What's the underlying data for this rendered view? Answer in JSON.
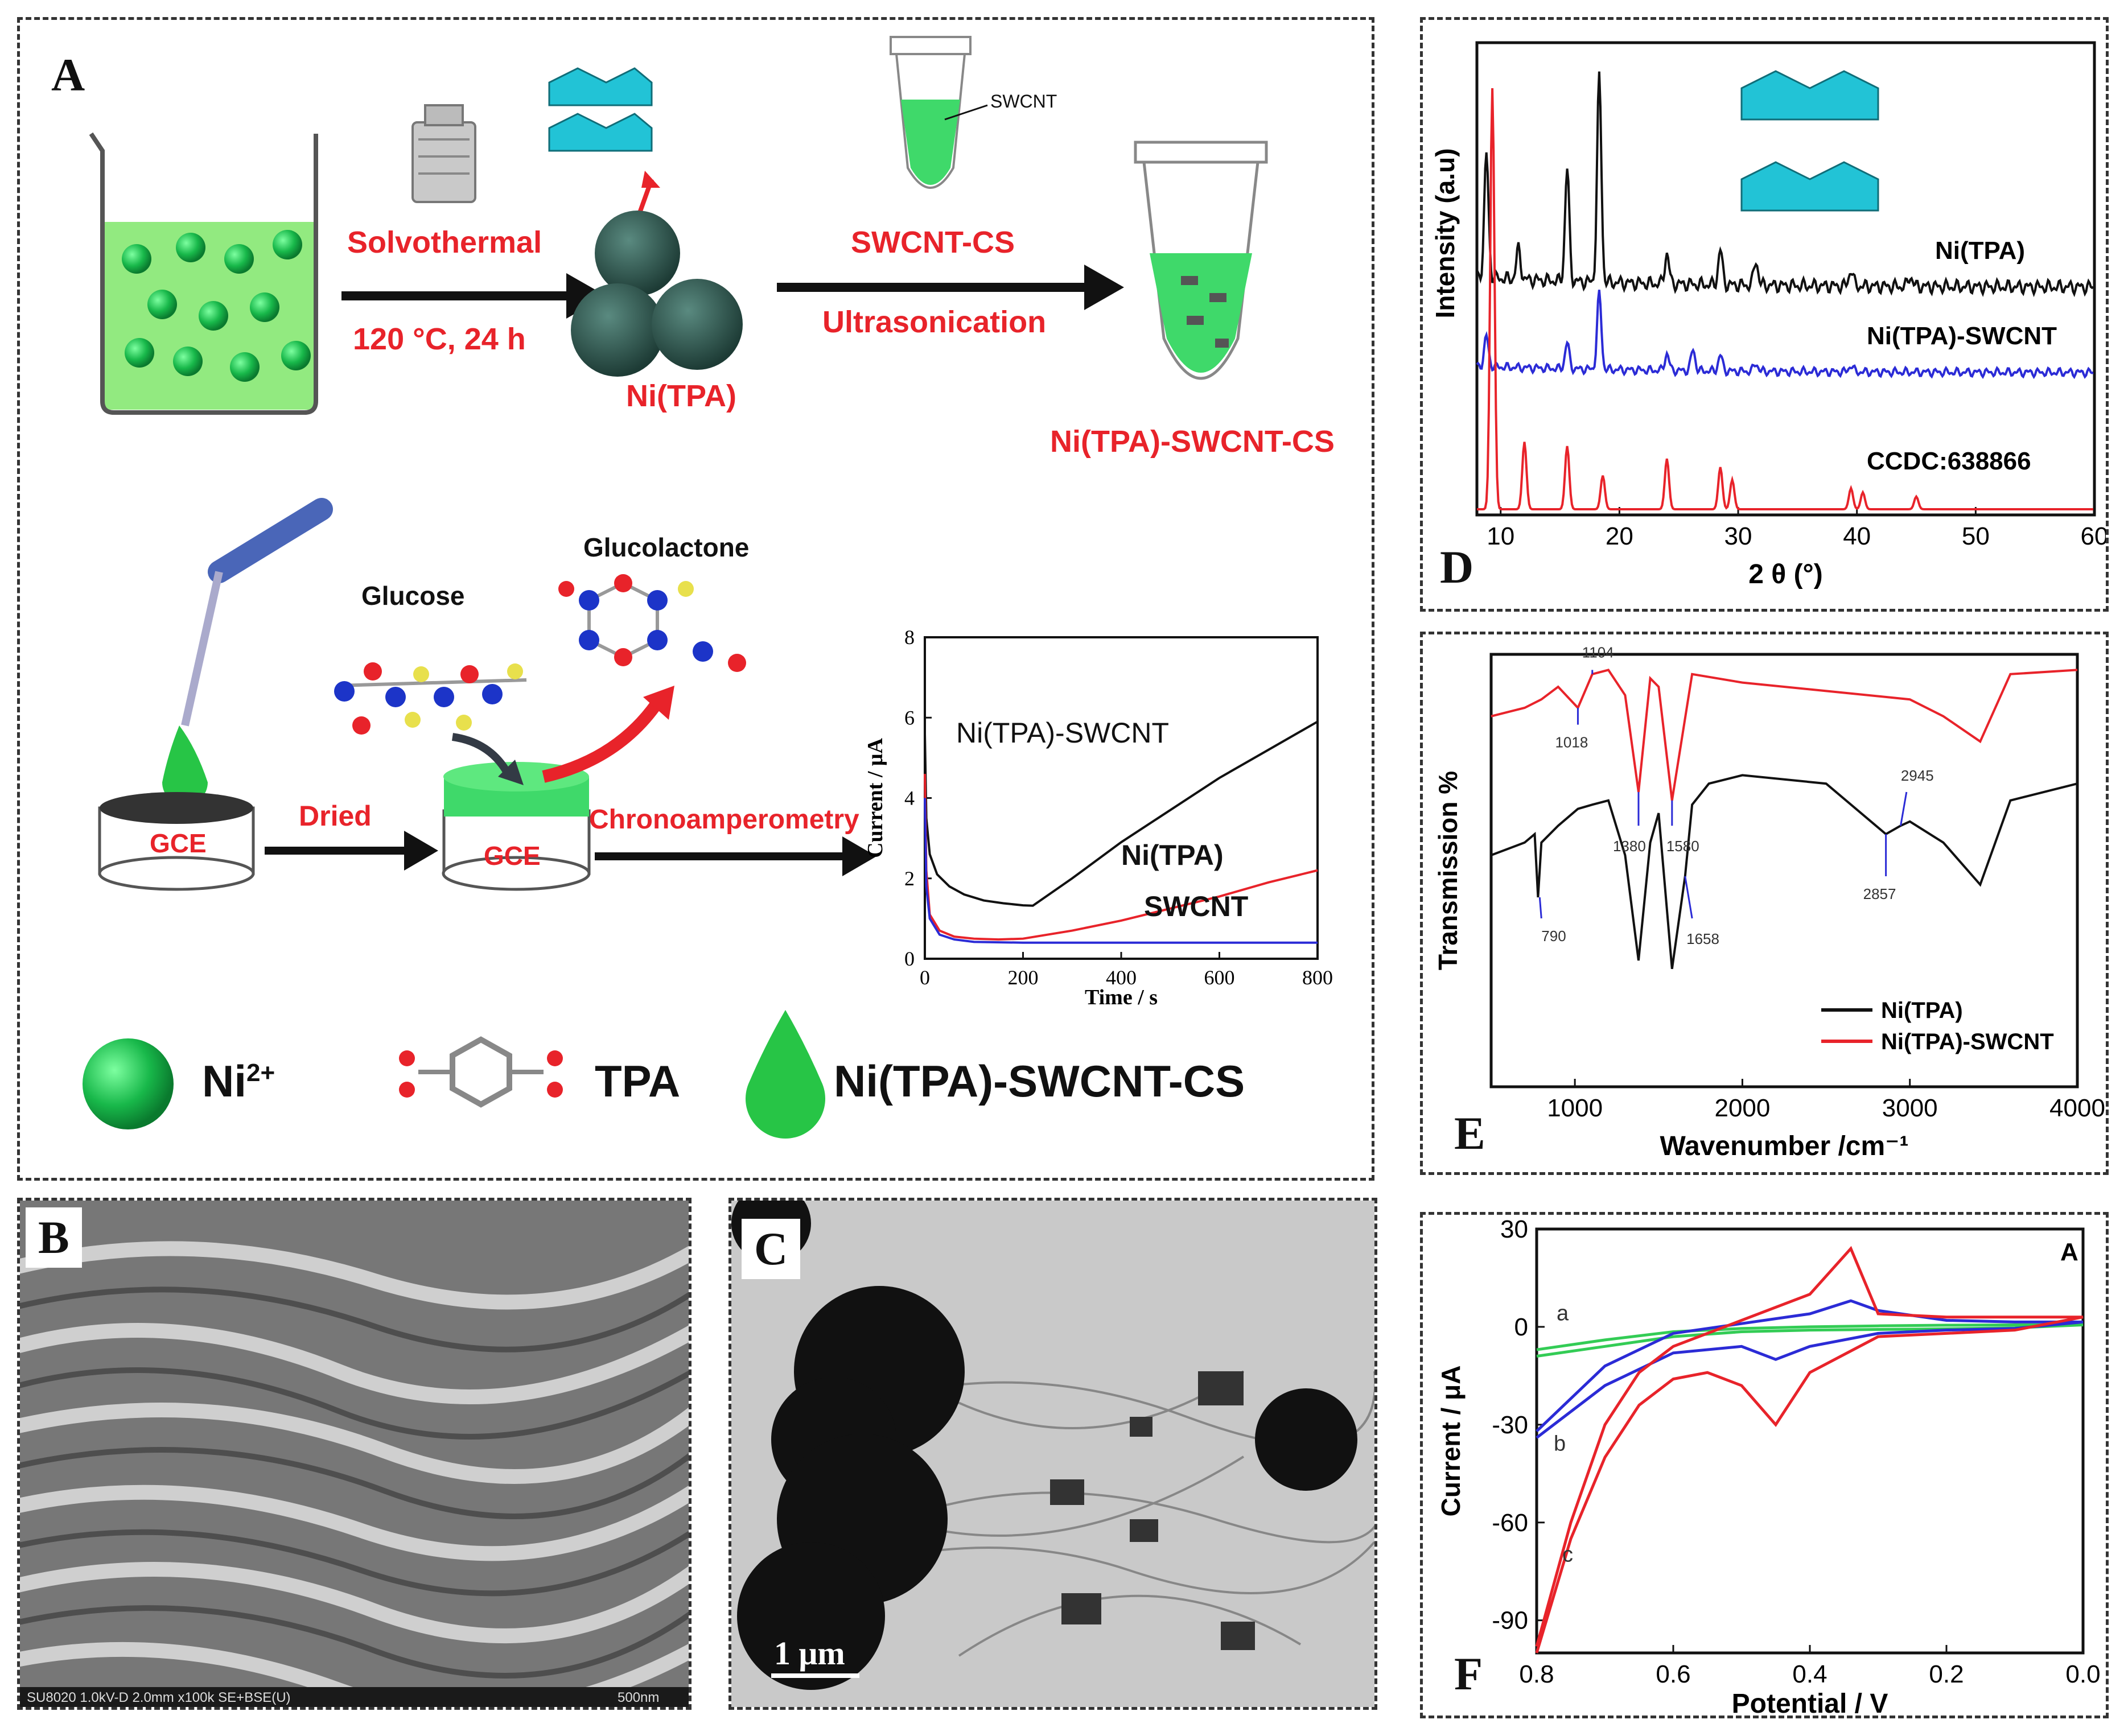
{
  "panel_A": {
    "label": "A",
    "steps": {
      "solvothermal": "Solvothermal",
      "solvothermal_cond": "120 °C, 24 h",
      "ni_tpa": "Ni(TPA)",
      "swcnt_cs": "SWCNT-CS",
      "swcnt_tag": "SWCNT",
      "ultrasonication": "Ultrasonication",
      "ni_tpa_swcnt_cs": "Ni(TPA)-SWCNT-CS",
      "glucose": "Glucose",
      "glucolactone": "Glucolactone",
      "gce": "GCE",
      "dried": "Dried",
      "chronoamperometry": "Chronoamperometry"
    },
    "legend": {
      "ni": "Ni",
      "ni_sup": "2+",
      "tpa": "TPA",
      "composite": "Ni(TPA)-SWCNT-CS"
    }
  },
  "panel_B": {
    "label": "B",
    "sem_caption": "SU8020 1.0kV-D 2.0mm x100k SE+BSE(U)",
    "scale": "500nm"
  },
  "panel_C": {
    "label": "C",
    "scale": "1 μm"
  },
  "panel_D": {
    "label": "D"
  },
  "panel_E": {
    "label": "E"
  },
  "panel_F": {
    "label": "F",
    "corner_label": "A"
  },
  "chart_data": [
    {
      "id": "inset_chronoamperometry",
      "type": "line",
      "xlabel": "Time / s",
      "ylabel": "Current / μA",
      "xlim": [
        0,
        800
      ],
      "ylim": [
        0,
        8
      ],
      "xticks": [
        0,
        200,
        400,
        600,
        800
      ],
      "yticks": [
        0,
        2,
        4,
        6,
        8
      ],
      "series": [
        {
          "name": "Ni(TPA)-SWCNT",
          "color": "#111111",
          "x": [
            0,
            3,
            10,
            25,
            50,
            80,
            120,
            160,
            200,
            220,
            300,
            400,
            500,
            600,
            700,
            800
          ],
          "y": [
            5.6,
            3.5,
            2.6,
            2.1,
            1.8,
            1.6,
            1.45,
            1.38,
            1.33,
            1.32,
            2.0,
            2.9,
            3.7,
            4.5,
            5.2,
            5.9
          ]
        },
        {
          "name": "Ni(TPA)",
          "color": "#e8232a",
          "x": [
            0,
            3,
            10,
            30,
            60,
            100,
            150,
            200,
            300,
            400,
            500,
            600,
            700,
            800
          ],
          "y": [
            4.6,
            2.2,
            1.1,
            0.7,
            0.55,
            0.5,
            0.48,
            0.5,
            0.7,
            0.95,
            1.25,
            1.55,
            1.9,
            2.2
          ]
        },
        {
          "name": "SWCNT",
          "color": "#2b2bd6",
          "x": [
            0,
            3,
            10,
            30,
            60,
            100,
            200,
            400,
            600,
            800
          ],
          "y": [
            4.0,
            1.8,
            1.0,
            0.6,
            0.48,
            0.42,
            0.4,
            0.4,
            0.4,
            0.4
          ]
        }
      ]
    },
    {
      "id": "panel_D_xrd",
      "type": "line",
      "xlabel": "2 θ (°)",
      "ylabel": "Intensity (a.u)",
      "xlim": [
        8,
        60
      ],
      "xticks": [
        10,
        20,
        30,
        40,
        50,
        60
      ],
      "series": [
        {
          "name": "Ni(TPA)",
          "color": "#111111",
          "peaks": [
            [
              8.8,
              0.6
            ],
            [
              11.5,
              0.15
            ],
            [
              15.6,
              0.55
            ],
            [
              18.3,
              1.0
            ],
            [
              24.0,
              0.15
            ],
            [
              28.5,
              0.17
            ],
            [
              31.5,
              0.12
            ],
            [
              39.5,
              0.08
            ],
            [
              44.5,
              0.05
            ]
          ]
        },
        {
          "name": "Ni(TPA)-SWCNT",
          "color": "#2b2bd6",
          "peaks": [
            [
              8.8,
              0.23
            ],
            [
              15.6,
              0.2
            ],
            [
              18.3,
              0.58
            ],
            [
              24.0,
              0.13
            ],
            [
              26.2,
              0.16
            ],
            [
              28.5,
              0.12
            ],
            [
              31.5,
              0.06
            ],
            [
              39.5,
              0.05
            ]
          ]
        },
        {
          "name": "CCDC:638866",
          "color": "#e8232a",
          "peaks": [
            [
              9.3,
              1.0
            ],
            [
              12.0,
              0.16
            ],
            [
              15.6,
              0.15
            ],
            [
              18.6,
              0.08
            ],
            [
              24.0,
              0.12
            ],
            [
              28.5,
              0.1
            ],
            [
              29.5,
              0.07
            ],
            [
              39.5,
              0.05
            ],
            [
              40.5,
              0.04
            ],
            [
              45.0,
              0.03
            ]
          ]
        }
      ]
    },
    {
      "id": "panel_E_ftir",
      "type": "line",
      "xlabel": "Wavenumber /cm⁻¹",
      "ylabel": "Transmission %",
      "xlim": [
        500,
        4000
      ],
      "xticks": [
        1000,
        2000,
        3000,
        4000
      ],
      "annotations": [
        "1104",
        "1018",
        "1380",
        "1580",
        "790",
        "1658",
        "2945",
        "2857"
      ],
      "series": [
        {
          "name": "Ni(TPA)",
          "color": "#111111",
          "x": [
            500,
            700,
            760,
            780,
            800,
            900,
            1018,
            1104,
            1200,
            1300,
            1380,
            1450,
            1500,
            1580,
            1658,
            1700,
            1800,
            2000,
            2500,
            2857,
            2945,
            3000,
            3200,
            3420,
            3600,
            4000
          ],
          "y": [
            0.55,
            0.58,
            0.6,
            0.45,
            0.58,
            0.62,
            0.66,
            0.67,
            0.68,
            0.55,
            0.3,
            0.58,
            0.65,
            0.28,
            0.5,
            0.67,
            0.72,
            0.74,
            0.72,
            0.6,
            0.62,
            0.63,
            0.58,
            0.48,
            0.68,
            0.72
          ]
        },
        {
          "name": "Ni(TPA)-SWCNT",
          "color": "#e8232a",
          "x": [
            500,
            700,
            800,
            900,
            1018,
            1104,
            1200,
            1300,
            1380,
            1450,
            1500,
            1580,
            1700,
            2000,
            2500,
            3000,
            3200,
            3420,
            3600,
            4000
          ],
          "y": [
            0.88,
            0.9,
            0.92,
            0.95,
            0.9,
            0.98,
            0.99,
            0.93,
            0.7,
            0.97,
            0.95,
            0.68,
            0.98,
            0.96,
            0.94,
            0.92,
            0.88,
            0.82,
            0.98,
            0.99
          ]
        }
      ]
    },
    {
      "id": "panel_F_cv",
      "type": "line",
      "xlabel": "Potential / V",
      "ylabel": "Current / μA",
      "xlim": [
        0.8,
        0.0
      ],
      "ylim": [
        -100,
        30
      ],
      "xticks": [
        0.8,
        0.6,
        0.4,
        0.2,
        0.0
      ],
      "yticks": [
        30,
        0,
        -30,
        -60,
        -90
      ],
      "series": [
        {
          "name": "a",
          "color": "#33cc55",
          "x": [
            0.8,
            0.7,
            0.6,
            0.5,
            0.4,
            0.3,
            0.2,
            0.1,
            0.0,
            0.1,
            0.2,
            0.3,
            0.4,
            0.5,
            0.6,
            0.7,
            0.8
          ],
          "y": [
            -7,
            -4,
            -1.5,
            -0.5,
            0,
            0.3,
            0.5,
            0.6,
            0.6,
            -0.3,
            -0.6,
            -0.8,
            -1,
            -1.5,
            -3,
            -6,
            -9
          ]
        },
        {
          "name": "b",
          "color": "#2b2bd6",
          "x": [
            0.8,
            0.7,
            0.6,
            0.5,
            0.4,
            0.34,
            0.3,
            0.2,
            0.1,
            0.0,
            0.1,
            0.2,
            0.3,
            0.4,
            0.45,
            0.5,
            0.6,
            0.7,
            0.8
          ],
          "y": [
            -32,
            -12,
            -2,
            1,
            4,
            8,
            5,
            2,
            1.5,
            1.5,
            -0.5,
            -1,
            -2,
            -6,
            -10,
            -6,
            -8,
            -18,
            -34
          ]
        },
        {
          "name": "c",
          "color": "#e8232a",
          "x": [
            0.8,
            0.75,
            0.7,
            0.65,
            0.6,
            0.5,
            0.4,
            0.34,
            0.3,
            0.2,
            0.1,
            0.0,
            0.1,
            0.2,
            0.3,
            0.4,
            0.45,
            0.5,
            0.55,
            0.6,
            0.65,
            0.7,
            0.75,
            0.8
          ],
          "y": [
            -98,
            -60,
            -30,
            -14,
            -6,
            2,
            10,
            24,
            4,
            3,
            3,
            3,
            -1,
            -2,
            -3,
            -14,
            -30,
            -18,
            -14,
            -16,
            -24,
            -40,
            -65,
            -100
          ]
        }
      ]
    }
  ],
  "panel_D_series_labels": [
    "Ni(TPA)",
    "Ni(TPA)-SWCNT",
    "CCDC:638866"
  ],
  "panel_E_legend": [
    "Ni(TPA)",
    "Ni(TPA)-SWCNT"
  ],
  "panel_F_curve_labels": [
    "a",
    "b",
    "c"
  ]
}
